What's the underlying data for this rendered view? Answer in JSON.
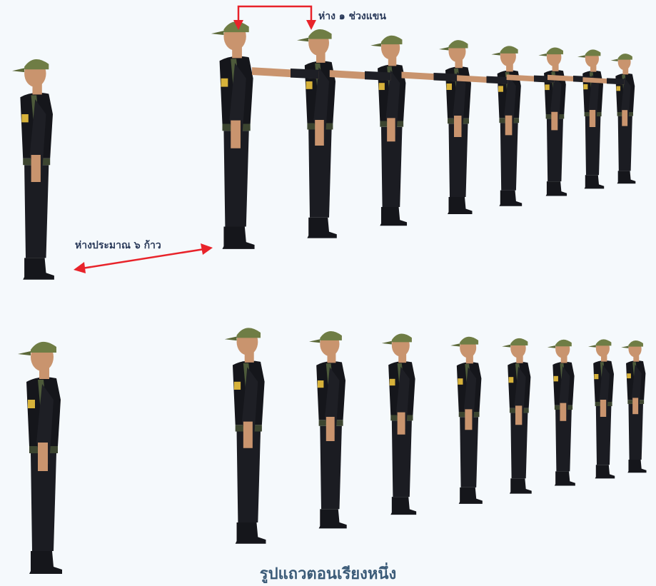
{
  "annotations": {
    "arm_distance": "ห่าง ๑ ช่วงแขน",
    "step_distance": "ห่างประมาณ ๖ ก้าว"
  },
  "caption": "รูปแถวตอนเรียงหนึ่ง",
  "colors": {
    "arrow": "#e8232a",
    "uniform": "#15161b",
    "cap": "#6f7d45",
    "skin": "#c9946e",
    "text": "#2a3a5a",
    "caption": "#3b5b78"
  },
  "figures": {
    "leader": "soldier-side-view",
    "row_top": "soldiers-arms-extended",
    "row_bottom": "soldiers-at-attention"
  }
}
